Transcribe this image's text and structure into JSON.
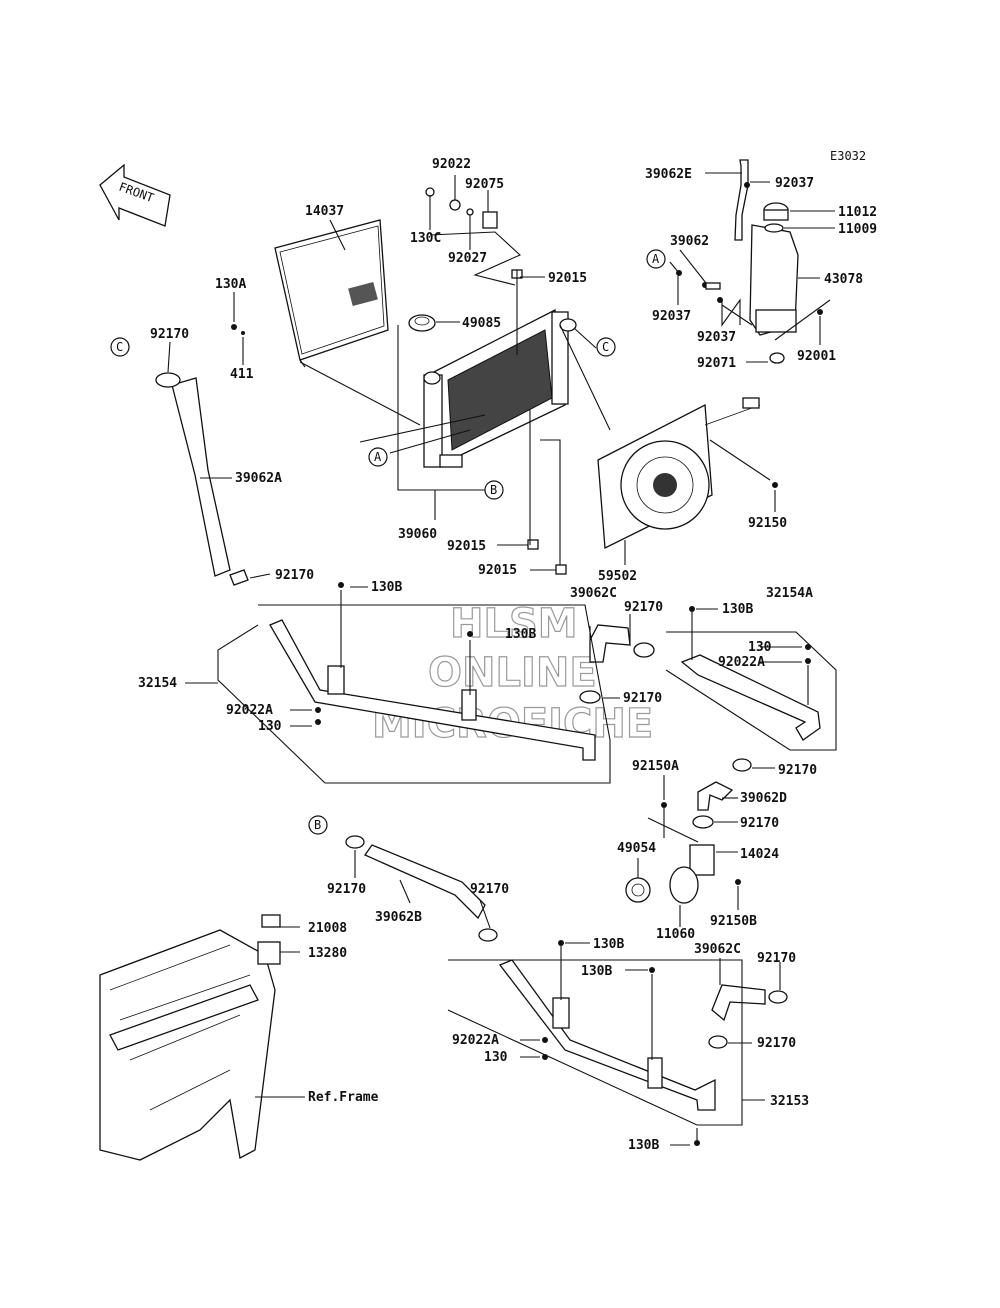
{
  "diagram_code": "E3032",
  "front_label": "FRONT",
  "watermark": {
    "line1": "HLSM",
    "line2": "ONLINE",
    "line3": "MICROFICHE"
  },
  "ref_frame": "Ref.Frame",
  "callouts": {
    "a": "A",
    "b": "B",
    "c": "C"
  },
  "parts": {
    "p14037": "14037",
    "p130A": "130A",
    "p411": "411",
    "p92170_c": "92170",
    "p39062A": "39062A",
    "p92022_top": "92022",
    "p92075": "92075",
    "p130C": "130C",
    "p92027": "92027",
    "p92015_top": "92015",
    "p49085": "49085",
    "p39060": "39060",
    "p92015_mid": "92015",
    "p92015_low": "92015",
    "p59502": "59502",
    "p92150": "92150",
    "p39062E": "39062E",
    "p92037_top": "92037",
    "p11012": "11012",
    "p11009": "11009",
    "p39062": "39062",
    "p43078": "43078",
    "p92037_l": "92037",
    "p92037_r": "92037",
    "p92071": "92071",
    "p92001": "92001",
    "p92170_2": "92170",
    "p130B_1": "130B",
    "p32154": "32154",
    "p92022A_1": "92022A",
    "p130_1": "130",
    "p130B_wm": "130B",
    "p39062C_1": "39062C",
    "p92170_3": "92170",
    "p130B_2": "130B",
    "p32154A": "32154A",
    "p130_2": "130",
    "p92022A_2": "92022A",
    "p92170_4": "92170",
    "p92170_5": "92170",
    "p92150A": "92150A",
    "p39062D": "39062D",
    "p92170_6": "92170",
    "p49054": "49054",
    "p14024": "14024",
    "p11060": "11060",
    "p92150B": "92150B",
    "p92170_7": "92170",
    "p39062B": "39062B",
    "p92170_8": "92170",
    "p21008": "21008",
    "p13280": "13280",
    "p130B_3": "130B",
    "p130B_4": "130B",
    "p39062C_2": "39062C",
    "p92170_9": "92170",
    "p92022A_3": "92022A",
    "p130_3": "130",
    "p92170_10": "92170",
    "p32153": "32153",
    "p130B_5": "130B"
  }
}
